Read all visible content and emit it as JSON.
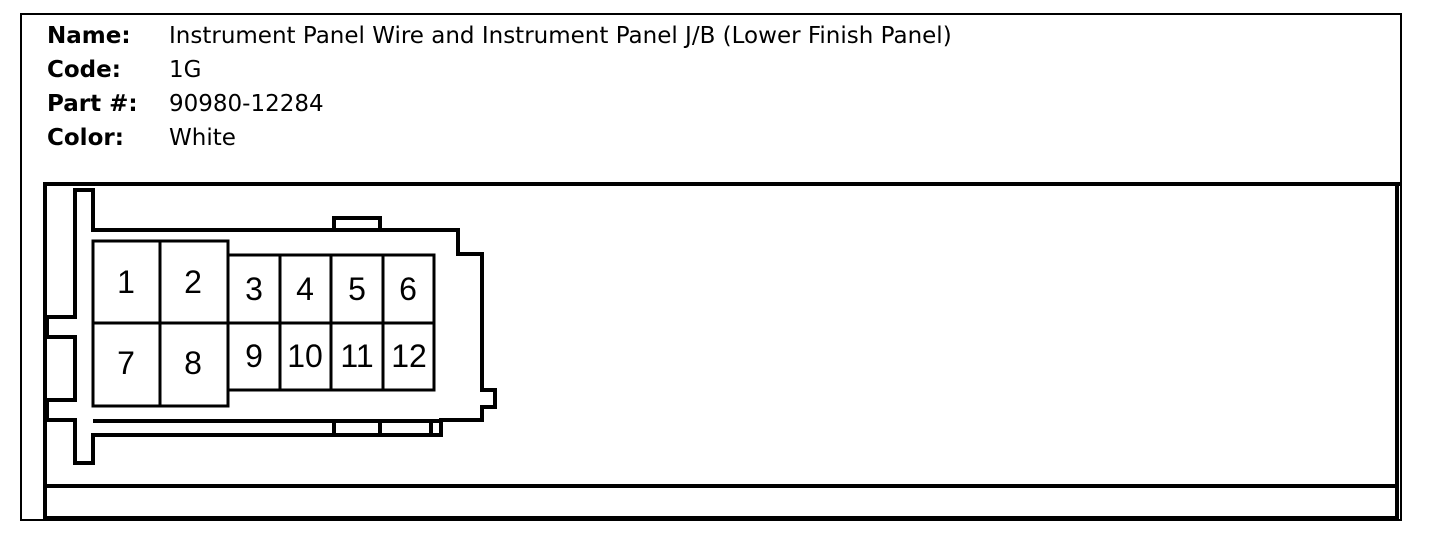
{
  "connector": {
    "name_label": "Name:",
    "name": "Instrument Panel Wire and Instrument Panel J/B (Lower Finish Panel)",
    "code_label": "Code:",
    "code": "1G",
    "part_label": "Part #:",
    "part": "90980-12284",
    "color_label": "Color:",
    "color": "White"
  },
  "pins": {
    "p1": "1",
    "p2": "2",
    "p3": "3",
    "p4": "4",
    "p5": "5",
    "p6": "6",
    "p7": "7",
    "p8": "8",
    "p9": "9",
    "p10": "10",
    "p11": "11",
    "p12": "12"
  }
}
